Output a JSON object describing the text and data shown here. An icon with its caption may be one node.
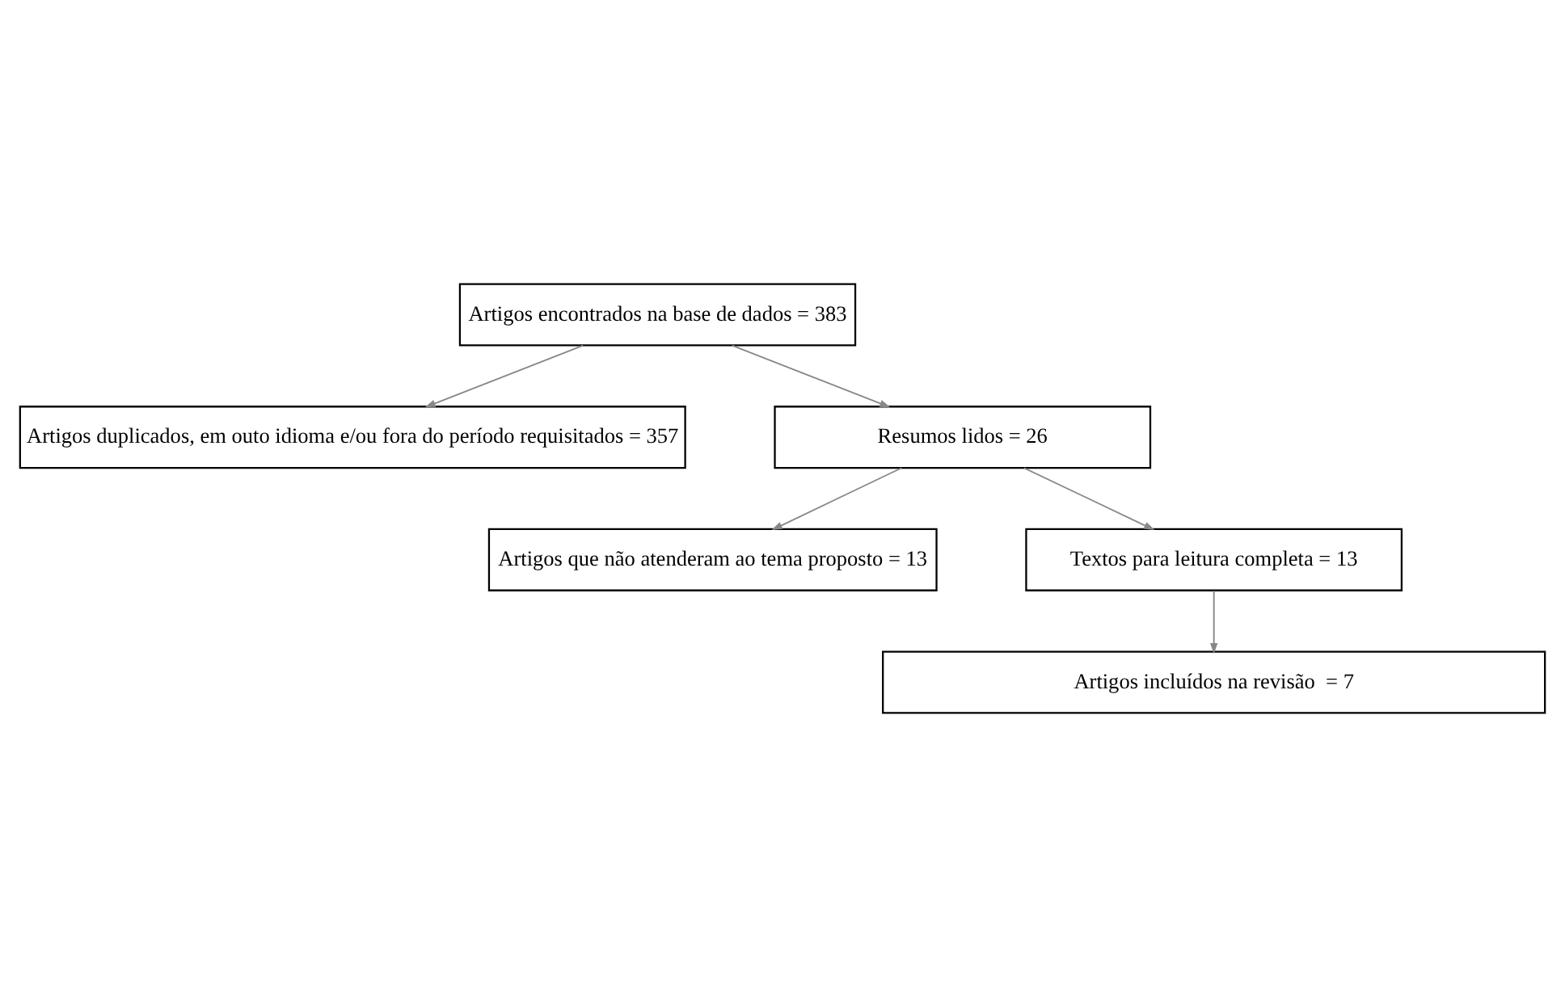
{
  "diagram": {
    "nodes": [
      {
        "text": [
          "Artigos encontrados na base de dados = 383"
        ]
      },
      {
        "text": [
          "Artigos duplicados, em outo idioma e/ou fora do período requisitados = 357"
        ]
      },
      {
        "text": [
          "Resumos lidos = 26"
        ]
      },
      {
        "text": [
          "Artigos que não atenderam ao tema proposto = 13"
        ]
      },
      {
        "text": [
          "Textos para leitura completa = 13"
        ]
      },
      {
        "text": [
          "Artigos incluídos na revisão  = 7"
        ]
      }
    ],
    "edges": [
      {
        "from": 0,
        "to": 2,
        "arrow": "to"
      },
      {
        "from": 0,
        "to": 1,
        "arrow": "to"
      },
      {
        "from": 2,
        "to": 4,
        "arrow": "to"
      },
      {
        "from": 2,
        "to": 3,
        "arrow": "to"
      },
      {
        "from": 4,
        "to": 5,
        "arrow": "to"
      }
    ]
  }
}
